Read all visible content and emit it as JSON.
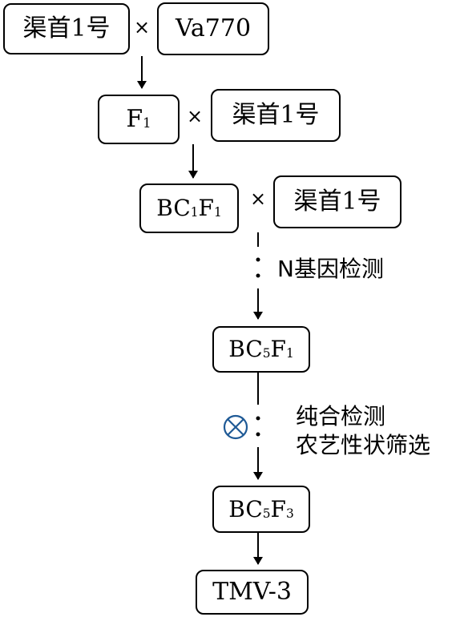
{
  "row1": {
    "left": "渠首1号",
    "times": "×",
    "right": "Va770"
  },
  "row2": {
    "left_main": "F",
    "left_sub": "1",
    "times": "×",
    "right": "渠首1号"
  },
  "row3": {
    "left_a": "BC",
    "left_a_sub": "1",
    "left_b": "F",
    "left_b_sub": "1",
    "times": "×",
    "right": "渠首1号"
  },
  "step_label": "N基因检测",
  "bc5f1": {
    "a": "BC",
    "a_sub": "5",
    "b": "F",
    "b_sub": "1"
  },
  "selfing_symbol": "⊗",
  "selection_labels": [
    "纯合检测",
    "农艺性状筛选"
  ],
  "bc5f3": {
    "a": "BC",
    "a_sub": "5",
    "b": "F",
    "b_sub": "3"
  },
  "final": "TMV-3",
  "colors": {
    "selfing_symbol": "#1f5a96"
  }
}
